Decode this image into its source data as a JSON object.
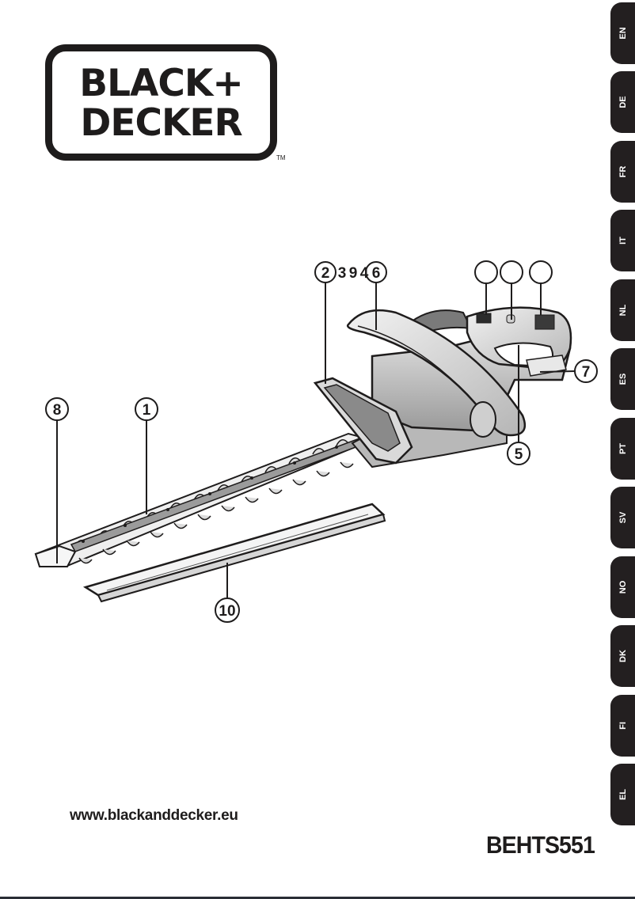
{
  "brand": {
    "logo_line_1": "BLACK+",
    "logo_line_2": "DECKER",
    "trademark": "TM"
  },
  "language_tabs": [
    {
      "code": "EN"
    },
    {
      "code": "DE"
    },
    {
      "code": "FR"
    },
    {
      "code": "IT"
    },
    {
      "code": "NL"
    },
    {
      "code": "ES"
    },
    {
      "code": "PT"
    },
    {
      "code": "SV"
    },
    {
      "code": "NO"
    },
    {
      "code": "DK"
    },
    {
      "code": "FI"
    },
    {
      "code": "EL"
    }
  ],
  "illustration": {
    "subject": "hedge-trimmer",
    "callouts": [
      {
        "label": "2"
      },
      {
        "label": "3"
      },
      {
        "label": "9"
      },
      {
        "label": "4"
      },
      {
        "label": "6"
      },
      {
        "label": ""
      },
      {
        "label": ""
      },
      {
        "label": ""
      },
      {
        "label": "7"
      },
      {
        "label": "5"
      },
      {
        "label": "8"
      },
      {
        "label": "1"
      },
      {
        "label": "10"
      }
    ]
  },
  "footer": {
    "website": "www.blackanddecker.eu",
    "model": "BEHTS551"
  },
  "colors": {
    "ink": "#1e1c1c",
    "tab_bg": "#231f20",
    "tab_text": "#ffffff"
  }
}
